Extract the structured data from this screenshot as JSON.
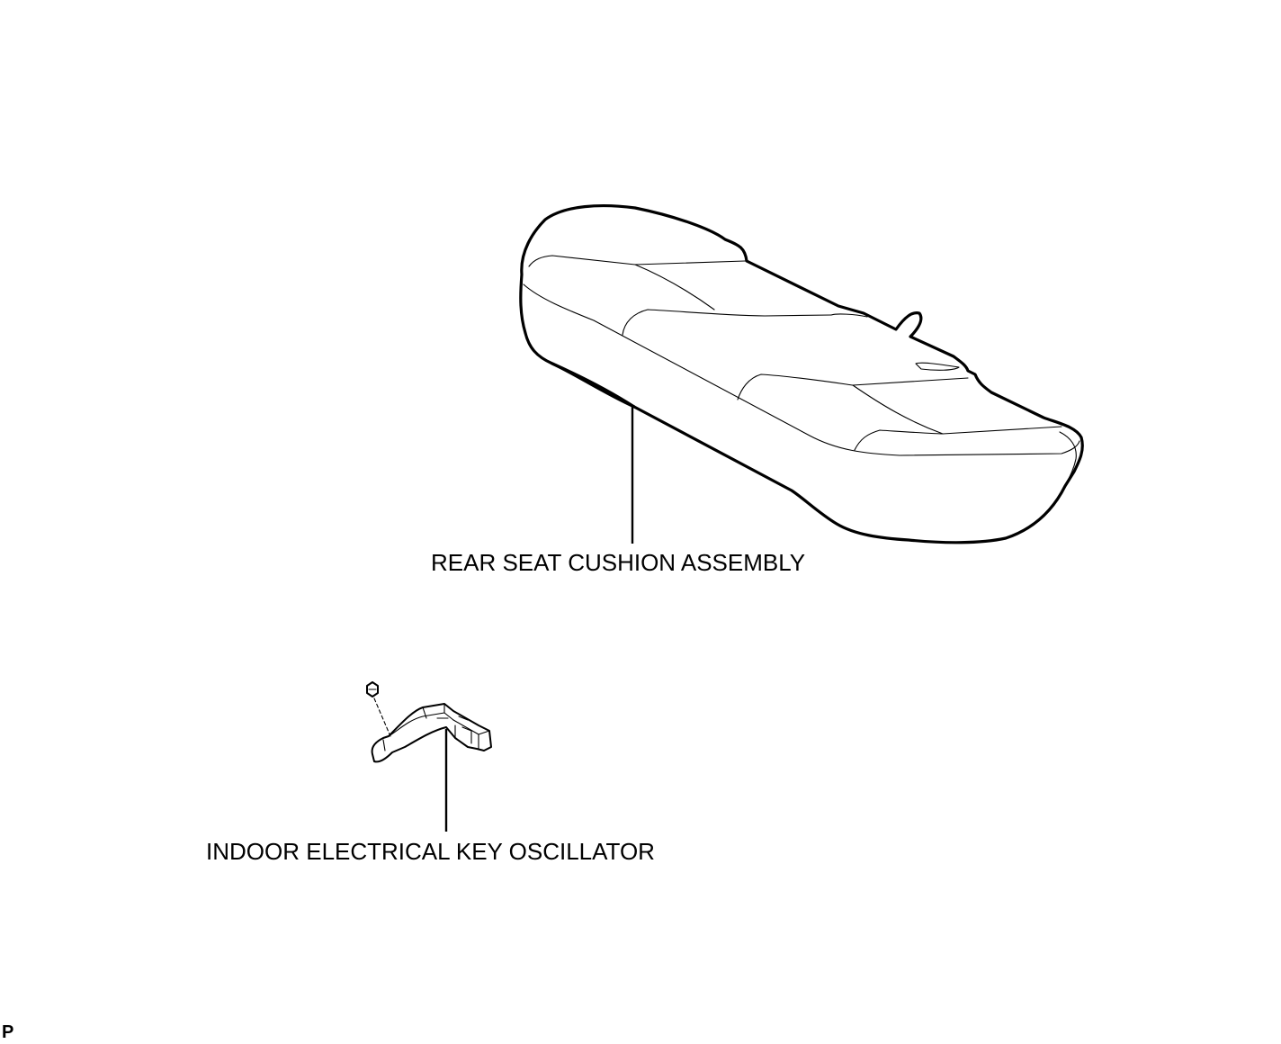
{
  "parts": [
    {
      "id": "seat",
      "label": "REAR SEAT CUSHION ASSEMBLY",
      "icon": "rear-seat-cushion-drawing"
    },
    {
      "id": "oscillator",
      "label": "INDOOR ELECTRICAL KEY OSCILLATOR",
      "icon": "key-oscillator-drawing"
    }
  ],
  "corner_mark": "P"
}
